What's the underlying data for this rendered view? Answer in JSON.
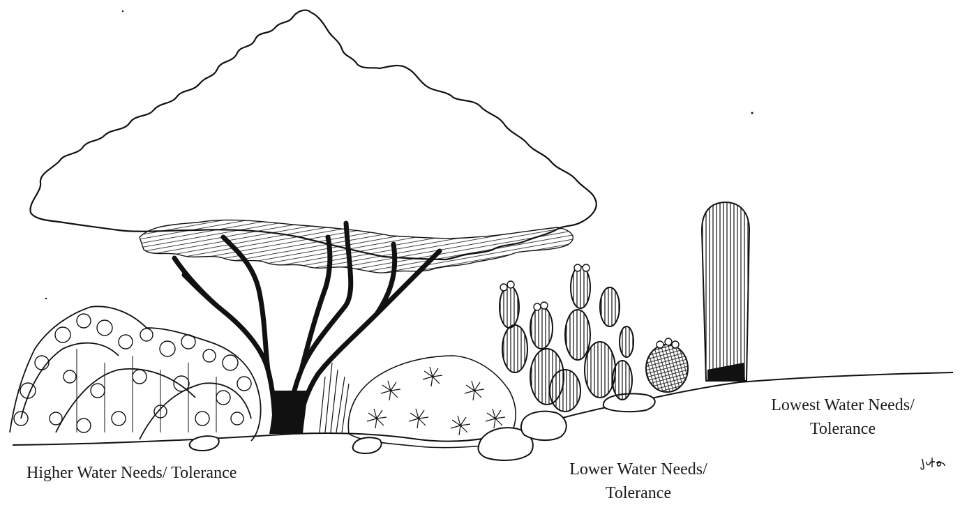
{
  "labels": {
    "higher": "Higher Water Needs/ Tolerance",
    "lower_line1": "Lower Water Needs/",
    "lower_line2": "Tolerance",
    "lowest_line1": "Lowest Water Needs/",
    "lowest_line2": "Tolerance"
  },
  "colors": {
    "ink": "#111111",
    "paper": "#ffffff"
  }
}
